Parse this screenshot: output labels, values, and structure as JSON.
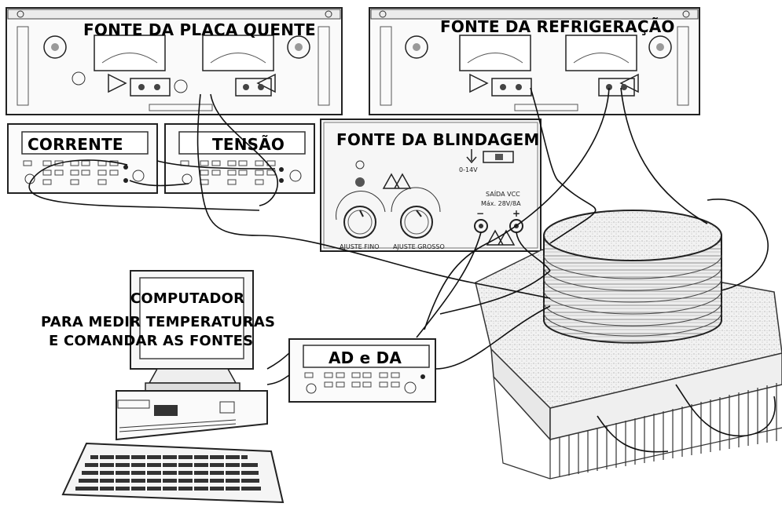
{
  "labels": {
    "fonte_placa_quente": "FONTE DA PLACA QUENTE",
    "fonte_refrigeracao": "FONTE DA REFRIGERAÇÃO",
    "corrente": "CORRENTE",
    "tensao": "TENSÃO",
    "fonte_blindagem": "FONTE DA BLINDAGEM",
    "computador": "COMPUTADOR",
    "computador_desc_1": "PARA MEDIR TEMPERATURAS",
    "computador_desc_2": "E COMANDAR AS FONTES",
    "ad_da": "AD e DA"
  },
  "panel_text": {
    "voltage_range": "0-14V",
    "saida": "SAÍDA VCC",
    "max": "Máx. 28V/8A",
    "ajuste_fino": "AJUSTE FINO",
    "ajuste_grosso": "AJUSTE GROSSO",
    "minus": "−",
    "plus": "+"
  }
}
